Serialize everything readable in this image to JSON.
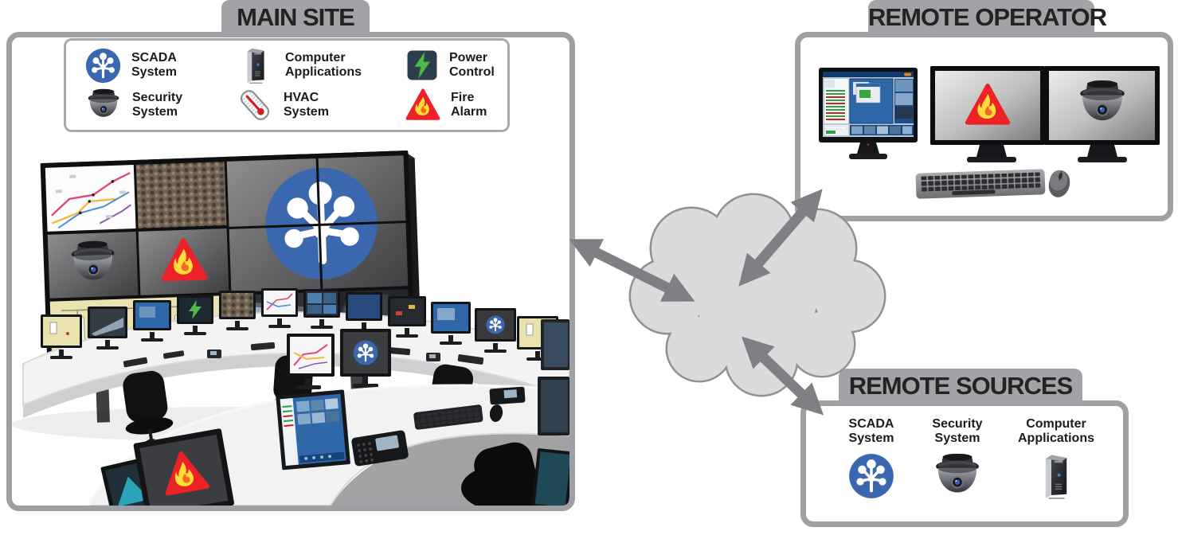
{
  "main_site": {
    "title": "MAIN SITE",
    "legend": [
      {
        "icon": "scada-icon",
        "label": "SCADA\nSystem"
      },
      {
        "icon": "computer-tower-icon",
        "label": "Computer\nApplications"
      },
      {
        "icon": "power-control-icon",
        "label": "Power\nControl"
      },
      {
        "icon": "security-camera-icon",
        "label": "Security\nSystem"
      },
      {
        "icon": "hvac-icon",
        "label": "HVAC\nSystem"
      },
      {
        "icon": "fire-alarm-icon",
        "label": "Fire\nAlarm"
      }
    ],
    "illustration": "control-room with curved operator desks and video wall showing subway map, crowd camera, SCADA logo, security camera, fire alarm, process diagrams, platform and traffic feeds"
  },
  "remote_operator": {
    "title": "REMOTE OPERATOR",
    "monitors": [
      {
        "name": "control-software-monitor",
        "content": "video-wall control software"
      },
      {
        "name": "fire-alarm-monitor",
        "content": "fire-alarm-icon"
      },
      {
        "name": "security-camera-monitor",
        "content": "security-camera-icon"
      }
    ],
    "peripherals": [
      "keyboard",
      "mouse"
    ]
  },
  "remote_sources": {
    "title": "REMOTE SOURCES",
    "items": [
      {
        "icon": "scada-icon",
        "label": "SCADA\nSystem"
      },
      {
        "icon": "security-camera-icon",
        "label": "Security\nSystem"
      },
      {
        "icon": "computer-tower-icon",
        "label": "Computer\nApplications"
      }
    ]
  },
  "network": {
    "hub": "cloud",
    "links": [
      "main-site",
      "remote-operator",
      "remote-sources"
    ]
  },
  "colors": {
    "panel_border": "#9EA0A3",
    "tab_bg": "#A2A3A6",
    "tab_text": "#262223",
    "cloud_fill": "#DADBDD",
    "cloud_stroke": "#8F9194",
    "arrow": "#7E8083",
    "scada_blue": "#3A67AE",
    "power_bg": "#2C3E4E",
    "power_green": "#53B948",
    "fire_red": "#EC2227",
    "flame_yellow": "#FFDE3B"
  }
}
